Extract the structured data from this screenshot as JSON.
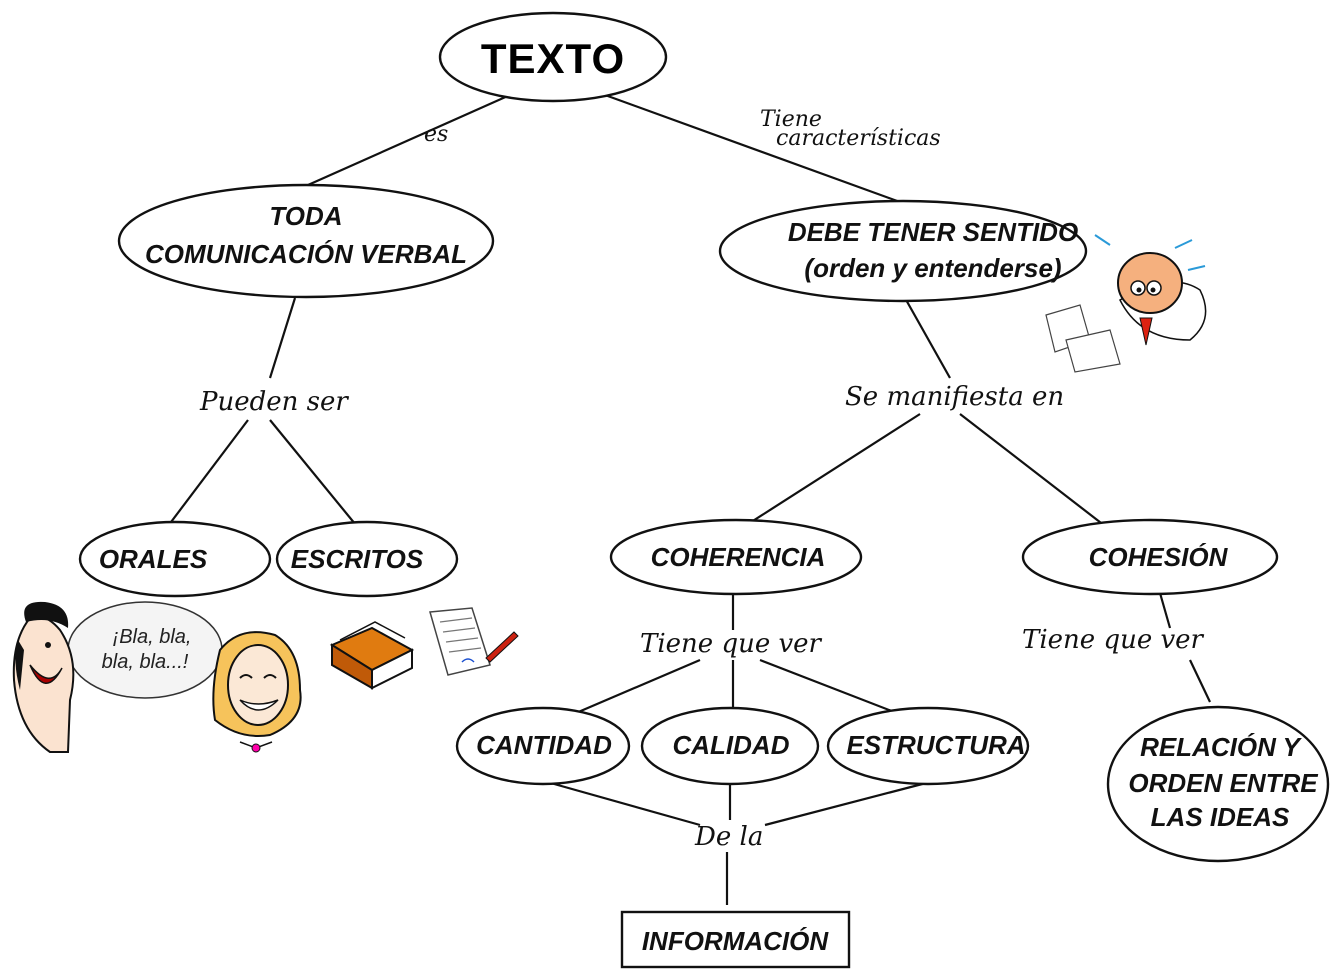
{
  "root": {
    "label": "TEXTO"
  },
  "links": {
    "es": "es",
    "tiene_1": "Tiene",
    "tiene_2": "características",
    "pueden_ser": "Pueden ser",
    "se_manifiesta": "Se manifiesta en",
    "tiene_que_ver_1": "Tiene que ver",
    "tiene_que_ver_2": "Tiene que ver",
    "de_la": "De la"
  },
  "nodes": {
    "toda_1": "TODA",
    "toda_2": "COMUNICACIÓN VERBAL",
    "sentido_1": "DEBE TENER SENTIDO",
    "sentido_2": "(orden y entenderse)",
    "orales": "ORALES",
    "escritos": "ESCRITOS",
    "coherencia": "COHERENCIA",
    "cohesion": "COHESIÓN",
    "cantidad": "CANTIDAD",
    "calidad": "CALIDAD",
    "estructura": "ESTRUCTURA",
    "relacion_1": "RELACIÓN Y",
    "relacion_2": "ORDEN ENTRE",
    "relacion_3": "LAS  IDEAS",
    "informacion": "INFORMACIÓN"
  },
  "speech_bubble": {
    "line1": "¡Bla, bla,",
    "line2": "bla, bla...!"
  },
  "icons": [
    "laughing-man-icon",
    "smiling-woman-icon",
    "books-icon",
    "signed-document-icon",
    "stressed-man-icon"
  ]
}
